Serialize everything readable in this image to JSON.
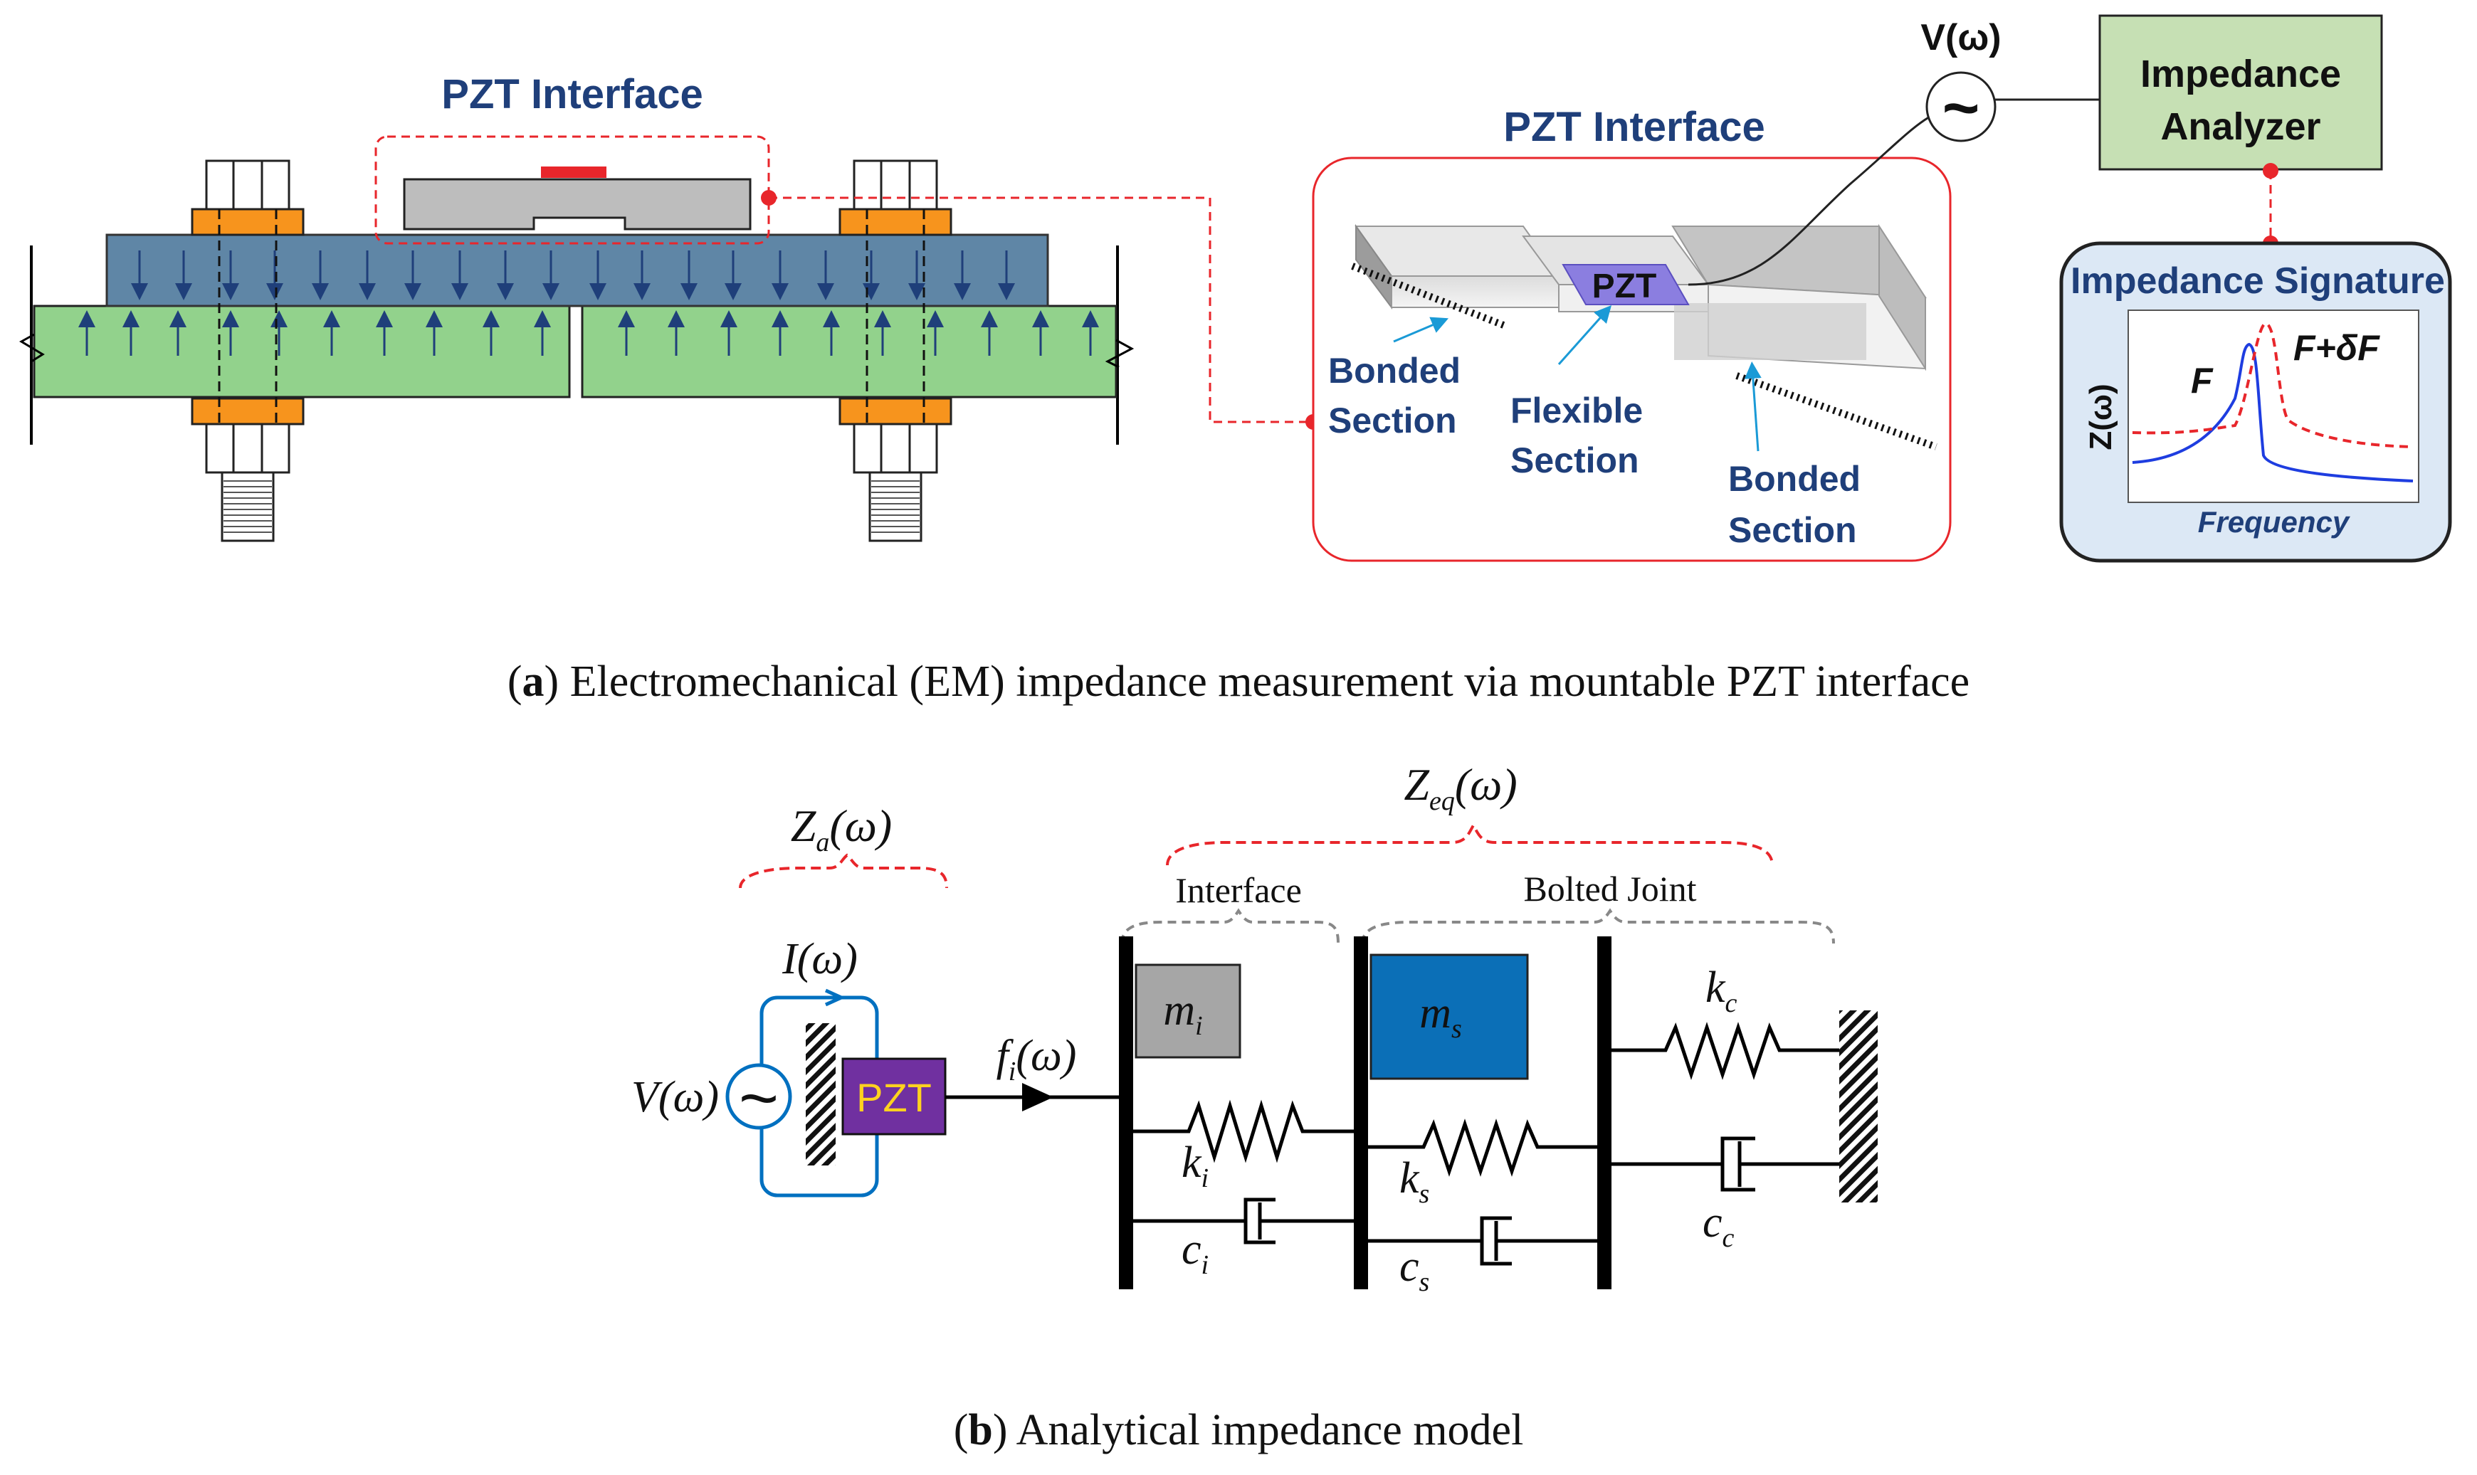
{
  "panel_a": {
    "pzt_interface_title_left": "PZT Interface",
    "pzt_interface_title_right": "PZT Interface",
    "pzt_label": "PZT",
    "bonded_section_1": [
      "Bonded",
      "Section"
    ],
    "flexible_section": [
      "Flexible",
      "Section"
    ],
    "bonded_section_2": [
      "Bonded",
      "Section"
    ],
    "voltage_source": "V(ω)",
    "source_symbol": "~",
    "analyzer": [
      "Impedance",
      "Analyzer"
    ],
    "signature_title": "Impedance Signature",
    "signature_y_label": "Z(ω)",
    "signature_x_label": "Frequency",
    "curve_f": "F",
    "curve_f_shift": "F+δF",
    "caption_letter": "a",
    "caption_text": ") Electromechanical (EM) impedance measurement via mountable PZT interface"
  },
  "panel_b": {
    "za_main": "Z",
    "za_sub": "a",
    "za_tail": "(ω)",
    "zeq_main": "Z",
    "zeq_sub": "eq",
    "zeq_tail": "(ω)",
    "interface_label": "Interface",
    "bolted_joint_label": "Bolted Joint",
    "current_label": "I(ω)",
    "voltage_label": "V(ω)",
    "source_symbol": "~",
    "pzt_block": "PZT",
    "force_main": "f",
    "force_sub": "i",
    "force_tail": "(ω)",
    "mass_i": [
      "m",
      "i"
    ],
    "mass_s": [
      "m",
      "s"
    ],
    "spring_i": [
      "k",
      "i"
    ],
    "damper_i": [
      "c",
      "i"
    ],
    "spring_s": [
      "k",
      "s"
    ],
    "damper_s": [
      "c",
      "s"
    ],
    "spring_c": [
      "k",
      "c"
    ],
    "damper_c": [
      "c",
      "c"
    ],
    "caption_letter": "b",
    "caption_text": ") Analytical impedance model"
  },
  "colors": {
    "plate_blue": "#5f86a6",
    "member_green": "#92d28c",
    "nut_orange": "#f7941d",
    "dashed_red": "#e8262b",
    "navy_text": "#1f3f7a",
    "pzt_purple": "#7030a0",
    "pzt_text": "#ffd21f",
    "circuit_blue": "#0070c0",
    "mass_gray": "#a6a6a6",
    "mass_blue": "#0b6fb7",
    "signature_bg": "#dce8f5",
    "analyzer_green": "#c6e0b4"
  }
}
